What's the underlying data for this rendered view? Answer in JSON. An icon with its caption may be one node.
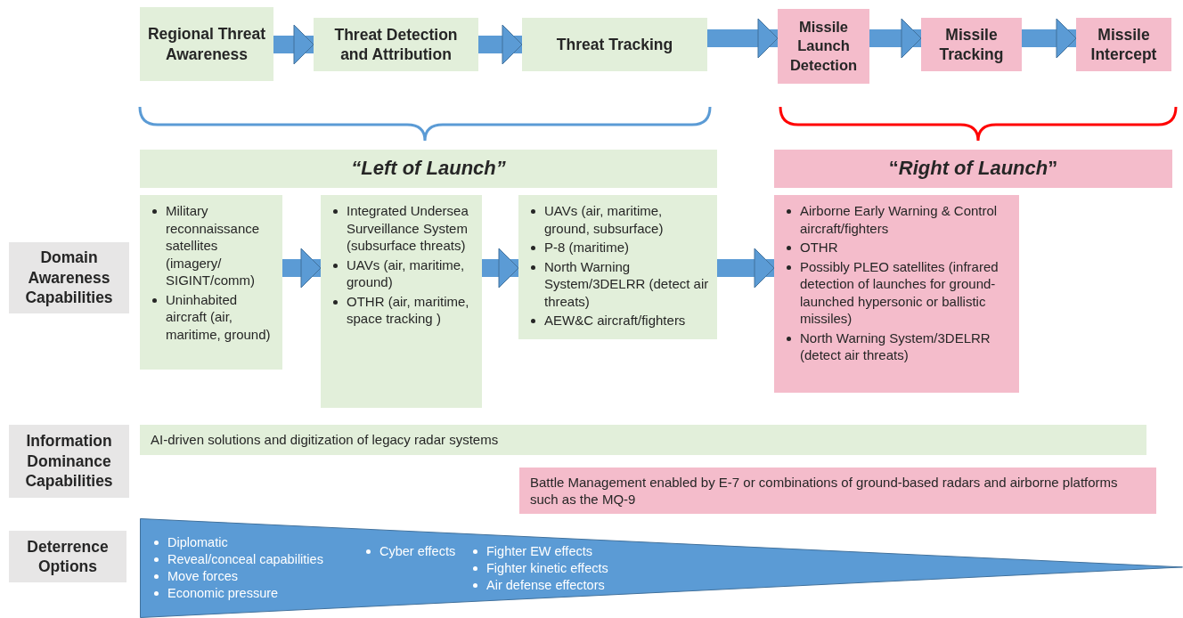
{
  "diagram": {
    "nodes": [
      {
        "text": [
          "Regional Threat Awareness"
        ]
      },
      {
        "text": [
          "Threat Detection and Attribution"
        ]
      },
      {
        "text": [
          "Threat Tracking"
        ]
      },
      {
        "text": [
          "Missile Launch Detection"
        ]
      },
      {
        "text": [
          "Missile Tracking"
        ]
      },
      {
        "text": [
          "Missile Intercept"
        ]
      },
      {
        "text": [
          "“Left of Launch”"
        ]
      },
      {
        "text": [
          "“*Right of Launch*”"
        ]
      },
      {
        "text": [
          "Domain Awareness Capabilities"
        ]
      },
      {
        "text": [
          "Military reconnaissance satellites (imagery/ SIGINT/comm)",
          "Uninhabited aircraft (air, maritime, ground)"
        ]
      },
      {
        "text": [
          "Integrated Undersea Surveillance System (subsurface threats)",
          "UAVs (air, maritime, ground)",
          "OTHR (air, maritime, space tracking )"
        ]
      },
      {
        "text": [
          "UAVs (air, maritime, ground, subsurface)",
          "P-8 (maritime)",
          "North Warning System/3DELRR (detect air threats)",
          "AEW&C aircraft/fighters"
        ]
      },
      {
        "text": [
          "Airborne Early Warning & Control aircraft/fighters",
          "OTHR",
          "Possibly PLEO satellites (infrared detection of launches for ground-launched hypersonic or ballistic missiles)",
          "North Warning System/3DELRR (detect air threats)"
        ]
      },
      {
        "text": [
          "Information Dominance Capabilities"
        ]
      },
      {
        "text": [
          "AI-driven solutions and digitization of legacy radar systems"
        ]
      },
      {
        "text": [
          "Battle Management enabled by E-7 or combinations of ground-based radars and airborne platforms such as the MQ-9"
        ]
      },
      {
        "text": [
          "Deterrence Options"
        ]
      },
      {
        "text": [
          "Diplomatic",
          "Reveal/conceal capabilities",
          "Move forces",
          "Economic pressure",
          "Cyber effects",
          "Fighter EW effects",
          "Fighter kinetic effects",
          "Air defense effectors"
        ]
      }
    ],
    "edges": [
      {
        "from": 0,
        "to": 1,
        "arrow": "to"
      },
      {
        "from": 1,
        "to": 2,
        "arrow": "to"
      },
      {
        "from": 2,
        "to": 3,
        "arrow": "to"
      },
      {
        "from": 3,
        "to": 4,
        "arrow": "to"
      },
      {
        "from": 4,
        "to": 5,
        "arrow": "to"
      },
      {
        "from": 9,
        "to": 10,
        "arrow": "to"
      },
      {
        "from": 10,
        "to": 11,
        "arrow": "to"
      },
      {
        "from": 11,
        "to": 12,
        "arrow": "to"
      }
    ]
  }
}
